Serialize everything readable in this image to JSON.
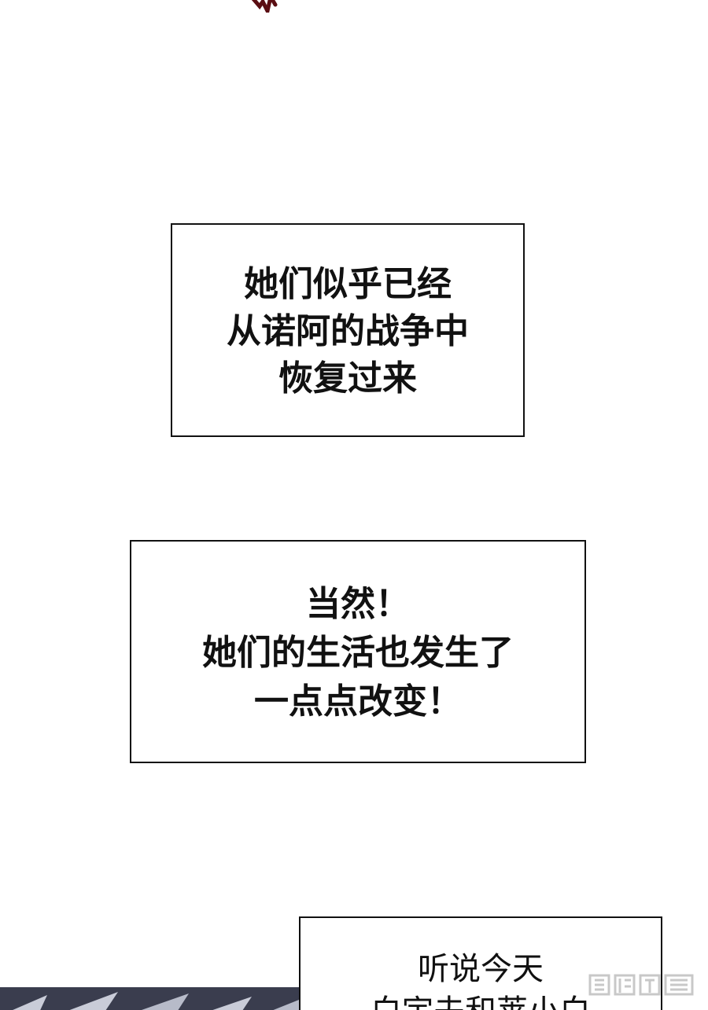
{
  "captions": [
    {
      "lines": [
        "她们似乎已经",
        "从诺阿的战争中",
        "恢复过来"
      ]
    },
    {
      "lines": [
        "当然！",
        "她们的生活也发生了",
        "一点点改变！"
      ]
    },
    {
      "lines": [
        "听说今天",
        "白宇夫和莱小白"
      ]
    }
  ],
  "colors": {
    "background": "#ffffff",
    "ink": "#111111",
    "dark_red_fragment": "#5a0d12",
    "strip_dark": "#3a3d4e",
    "strip_light": "#c9ccd8"
  },
  "watermark_icon": "tencent-comics-watermark"
}
